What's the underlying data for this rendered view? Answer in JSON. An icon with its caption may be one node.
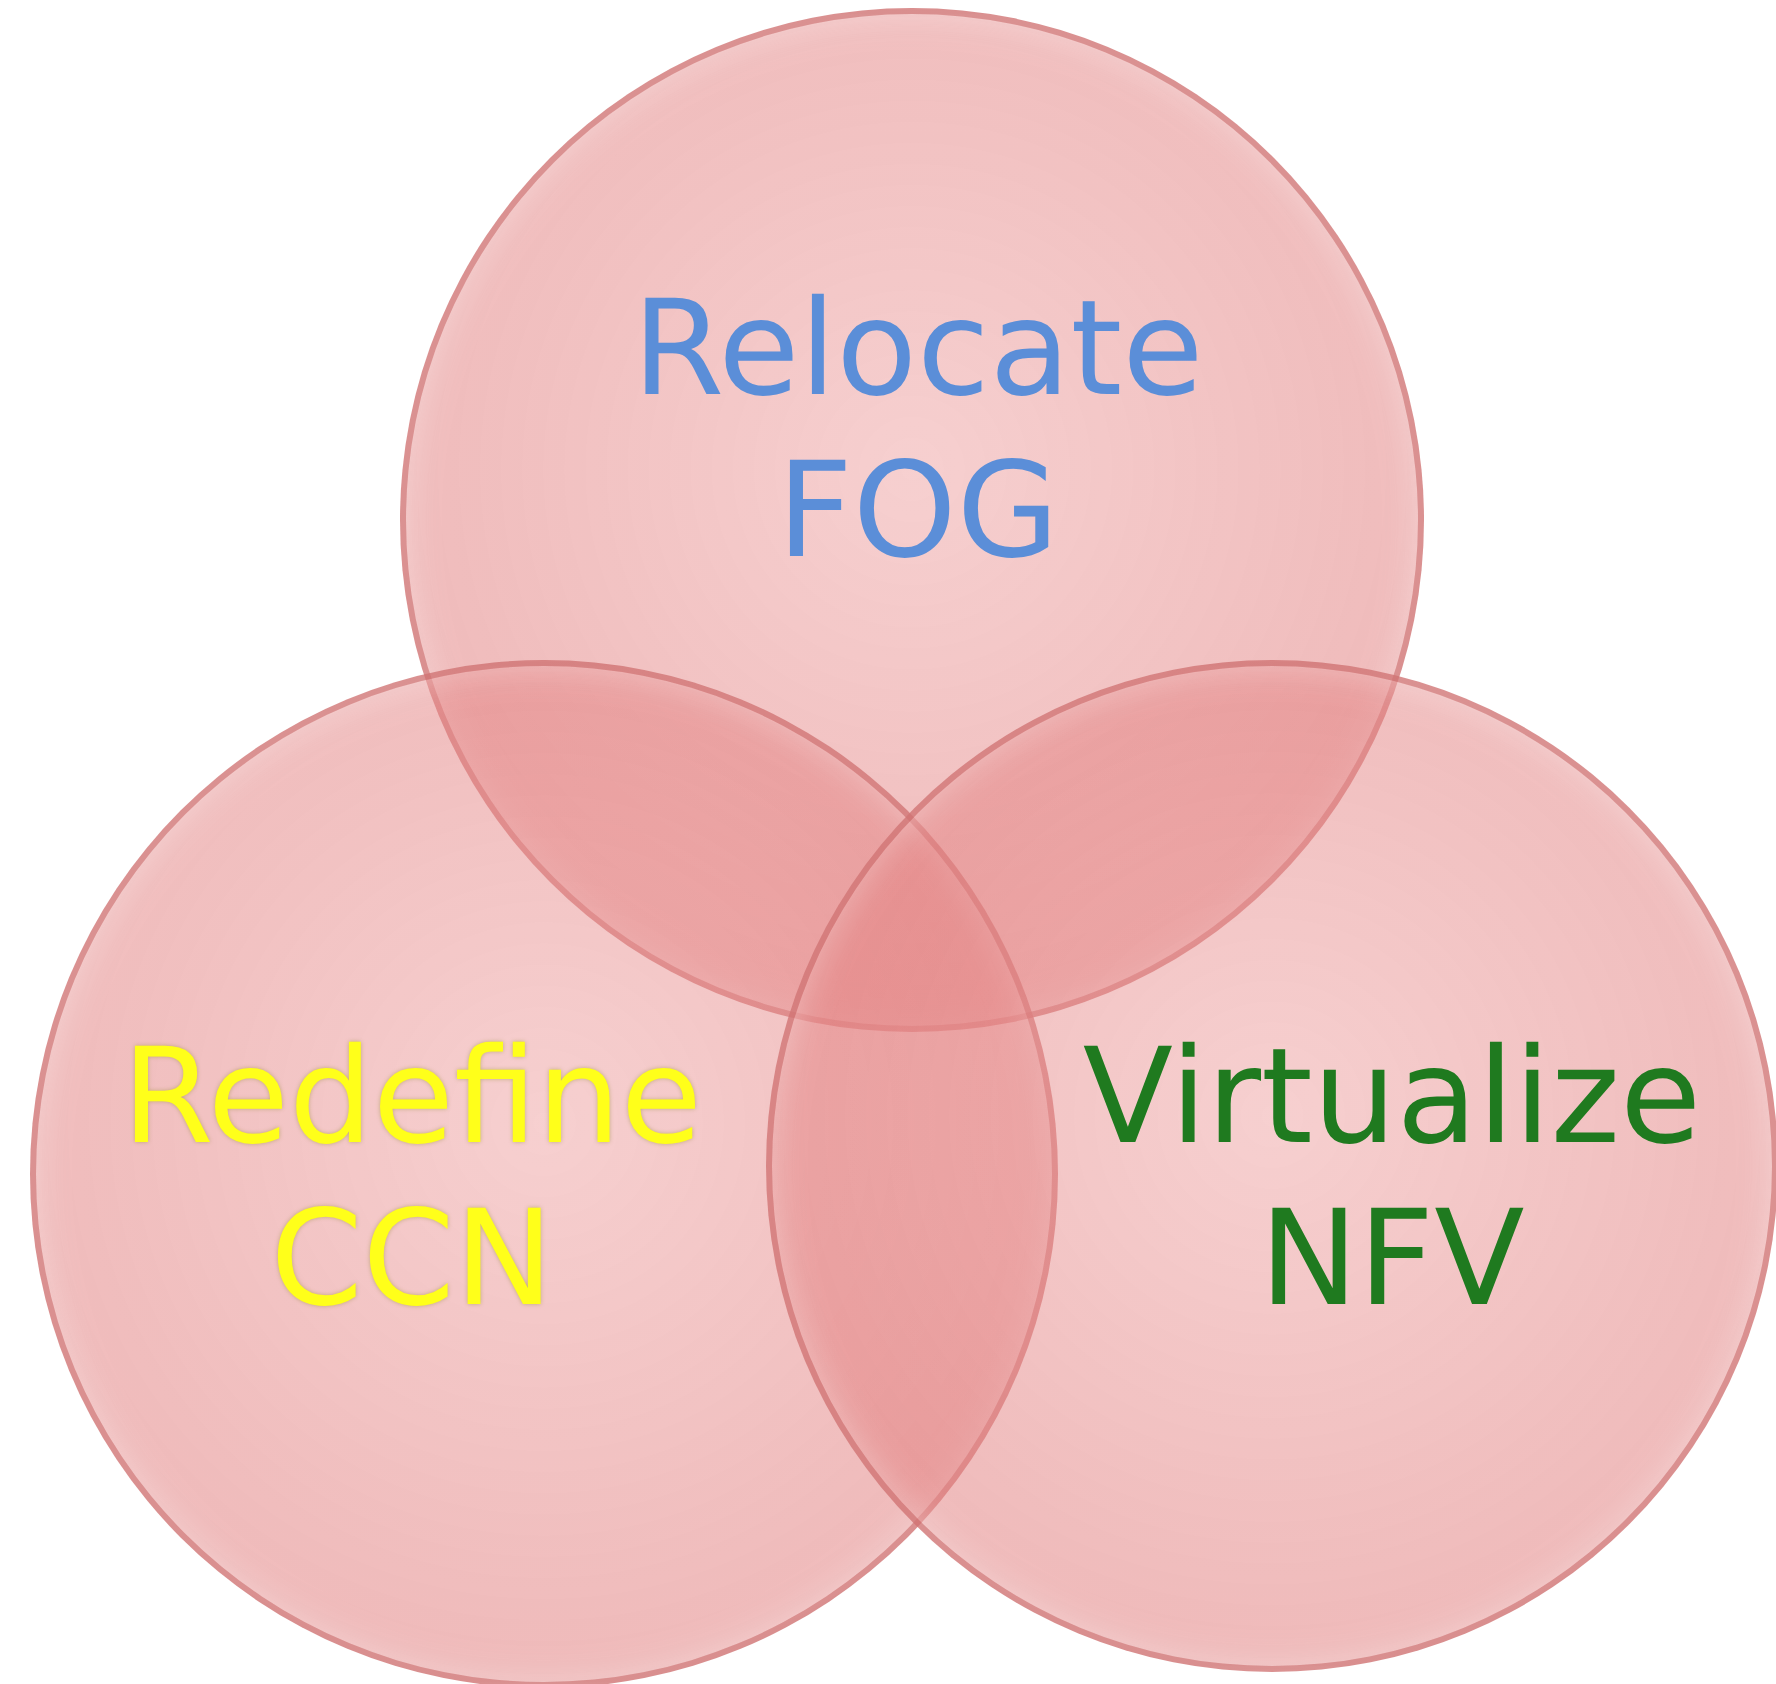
{
  "diagram": {
    "nodes": [
      {
        "text": [
          "Relocate FOG"
        ]
      },
      {
        "text": [
          "Redefine CCN"
        ]
      },
      {
        "text": [
          "Virtualize NFV"
        ]
      }
    ]
  }
}
